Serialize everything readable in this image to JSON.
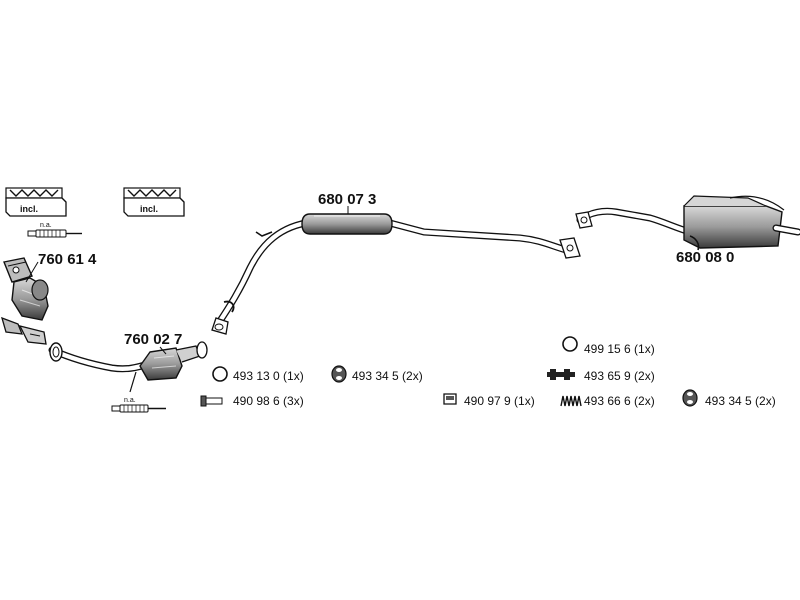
{
  "parts": {
    "cat_front": "760 61 4",
    "cat_rear": "760 02 7",
    "middle_muffler": "680 07 3",
    "rear_muffler": "680 08 0"
  },
  "badges": {
    "left": {
      "incl": "incl.",
      "na": "n.a."
    },
    "right": {
      "incl": "incl."
    },
    "sensor_bottom": {
      "na": "n.a."
    }
  },
  "accessories": [
    {
      "icon": "ring-gasket-icon",
      "text": "493 13 0 (1x)"
    },
    {
      "icon": "rubber-hanger-icon",
      "text": "493 34 5 (2x)"
    },
    {
      "icon": "bolt-icon",
      "text": "490 98 6 (3x)"
    },
    {
      "icon": "clamp-icon",
      "text": "490 97 9 (1x)"
    },
    {
      "icon": "ring-gasket-icon",
      "text": "499 15 6 (1x)"
    },
    {
      "icon": "long-bolt-icon",
      "text": "493 65 9 (2x)"
    },
    {
      "icon": "spring-icon",
      "text": "493 66 6 (2x)"
    },
    {
      "icon": "rubber-hanger-icon",
      "text": "493 34 5 (2x)"
    }
  ]
}
